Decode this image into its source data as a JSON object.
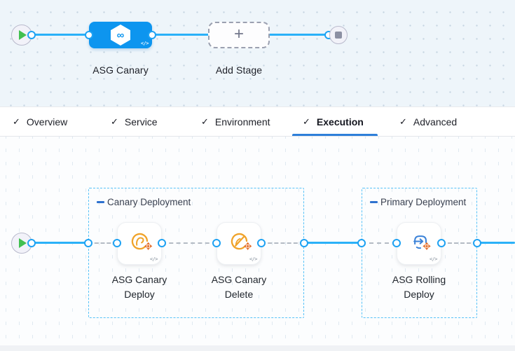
{
  "stage_pipeline": {
    "stage_label": "ASG Canary",
    "add_stage_label": "Add Stage"
  },
  "tabs": {
    "check_glyph": "✓",
    "items": [
      {
        "label": "Overview",
        "checked": true
      },
      {
        "label": "Service",
        "checked": true
      },
      {
        "label": "Environment",
        "checked": true
      },
      {
        "label": "Execution",
        "checked": true,
        "active": true
      },
      {
        "label": "Advanced",
        "checked": true
      }
    ]
  },
  "execution": {
    "groups": [
      {
        "title": "Canary Deployment",
        "steps": [
          {
            "name": "ASG Canary Deploy",
            "icon": "asg-canary-deploy-icon"
          },
          {
            "name": "ASG Canary Delete",
            "icon": "asg-canary-delete-icon"
          }
        ]
      },
      {
        "title": "Primary Deployment",
        "steps": [
          {
            "name": "ASG Rolling Deploy",
            "icon": "asg-rolling-deploy-icon"
          }
        ]
      }
    ]
  },
  "glyphs": {
    "plus": "+",
    "code": "</>",
    "infinity": "∞"
  },
  "icons": [
    "play-icon",
    "stop-icon",
    "cd-hexagon-infinity-icon",
    "code-icon",
    "plus-icon",
    "check-icon"
  ],
  "colors": {
    "stage_blue": "#0d95ef",
    "line_blue": "#2bb1f8",
    "group_border_blue": "#57c2f8",
    "tab_underline_blue": "#2e7fd9",
    "title_dash_blue": "#2e72cf",
    "play_green": "#42c050",
    "stop_gray": "#8c90a3",
    "step_icon_amber": "#f0a32a",
    "step_icon_orange": "#e4702e",
    "rolling_blue": "#3b82d8"
  }
}
